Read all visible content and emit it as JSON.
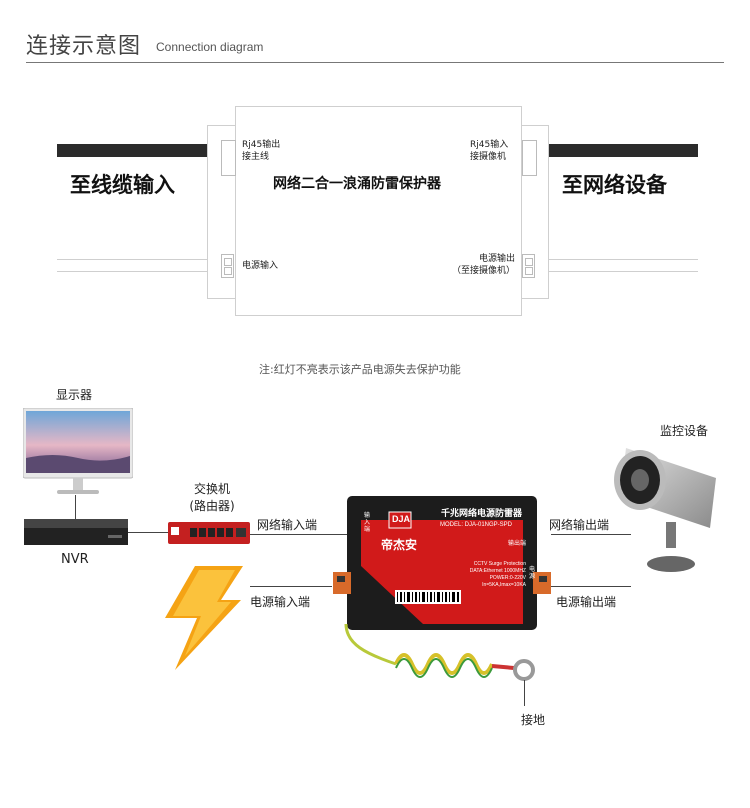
{
  "header": {
    "title_cn": "连接示意图",
    "title_en": "Connection diagram"
  },
  "top_diagram": {
    "left_big": "至线缆输入",
    "right_big": "至网络设备",
    "rj45_out_line1": "Rj45输出",
    "rj45_out_line2": "接主线",
    "rj45_in_line1": "Rj45输入",
    "rj45_in_line2": "接摄像机",
    "center_title": "网络二合一浪涌防雷保护器",
    "power_in": "电源输入",
    "power_out_line1": "电源输出",
    "power_out_line2": "（至接摄像机）"
  },
  "note": "注:红灯不亮表示该产品电源失去保护功能",
  "bottom_diagram": {
    "monitor": "显示器",
    "nvr": "NVR",
    "switch_line1": "交换机",
    "switch_line2": "(路由器)",
    "net_in": "网络输入端",
    "power_in": "电源输入端",
    "camera": "监控设备",
    "net_out": "网络输出端",
    "power_out": "电源输出端",
    "ground": "接地",
    "product": {
      "brand": "帝杰安",
      "logo": "DJA",
      "name": "千兆网络电源防雷器",
      "model": "MODEL: DJA-01NGP-SPD",
      "side_left": "输入端",
      "side_right": "输出端",
      "power_side": "电源",
      "spec1": "CCTV Surge Protection",
      "spec2": "DATA:Ethernet 1000MHZ",
      "spec3": "POWER:0-220V",
      "spec4": "In=5KA,Imax=10KA"
    }
  }
}
